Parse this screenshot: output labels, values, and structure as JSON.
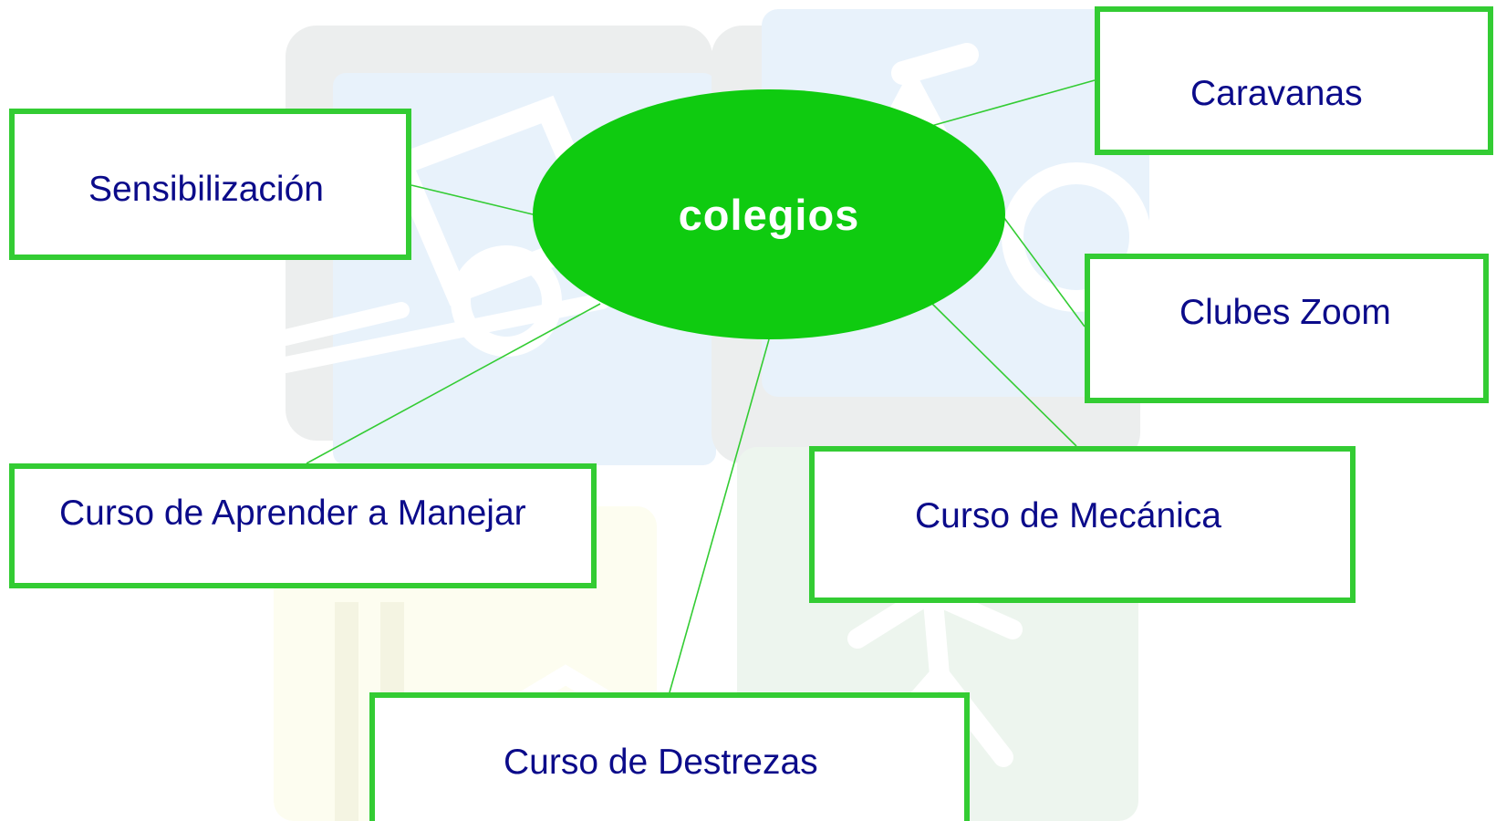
{
  "diagram": {
    "center": {
      "label": "colegios"
    },
    "nodes": [
      {
        "id": "sensibilizacion",
        "label": "Sensibilización"
      },
      {
        "id": "caravanas",
        "label": "Caravanas"
      },
      {
        "id": "clubes-zoom",
        "label": "Clubes Zoom"
      },
      {
        "id": "curso-aprender-manejar",
        "label": "Curso de Aprender a Manejar"
      },
      {
        "id": "curso-mecanica",
        "label": "Curso de Mecánica"
      },
      {
        "id": "curso-destrezas",
        "label": "Curso de Destrezas"
      }
    ]
  },
  "colors": {
    "hub_fill": "#0fcb10",
    "hub_text": "#ffffff",
    "node_border": "#33cc33",
    "node_text": "#0b0b8a",
    "connector": "#33cc33",
    "background_watermark": "#eef1f0"
  },
  "background": {
    "watermark_icons": [
      "bicycle-icon",
      "pedestrian-icon",
      "road-sign-icon"
    ]
  }
}
